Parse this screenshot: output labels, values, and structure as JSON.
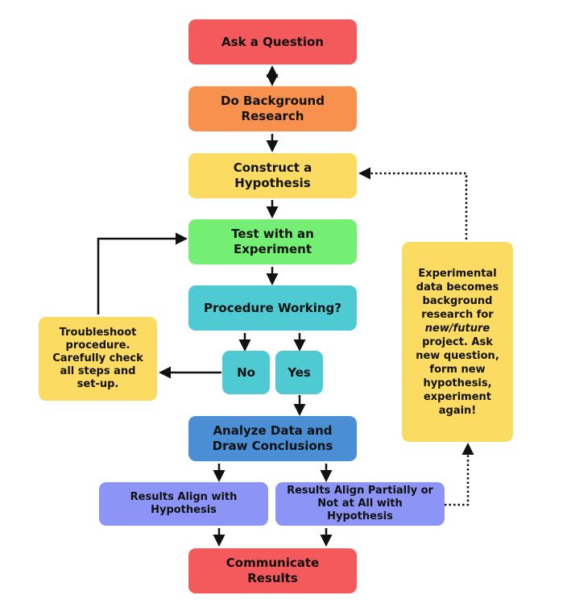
{
  "colors": {
    "red": "#f4595b",
    "orange": "#f7914d",
    "yellow": "#fcdb63",
    "green": "#74ef74",
    "teal": "#4ecad3",
    "blue": "#4a8fd6",
    "purple": "#8c94f6",
    "arrow": "#111111"
  },
  "steps": {
    "ask": "Ask a Question",
    "background": "Do Background Research",
    "hypothesis": "Construct a Hypothesis",
    "test": "Test with an Experiment",
    "procedure": "Procedure Working?",
    "no": "No",
    "yes": "Yes",
    "analyze": "Analyze Data and Draw Conclusions",
    "align": "Results Align with Hypothesis",
    "partial": "Results Align Partially or Not at All with Hypothesis",
    "communicate": "Communicate Results"
  },
  "notes": {
    "troubleshoot": "Troubleshoot procedure. Carefully check all steps and set-up.",
    "experimental_pre": "Experimental data becomes background research for ",
    "experimental_em": "new/future",
    "experimental_post": " project. Ask new question, form new hypothesis, experiment again!"
  }
}
